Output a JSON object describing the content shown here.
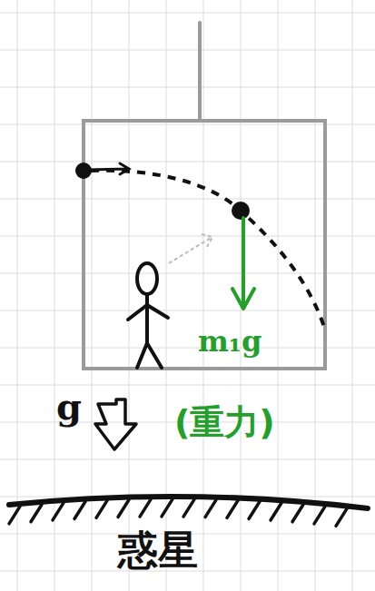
{
  "diagram": {
    "labels": [
      "m₁g",
      "(重力)",
      "g",
      "惑星"
    ]
  }
}
